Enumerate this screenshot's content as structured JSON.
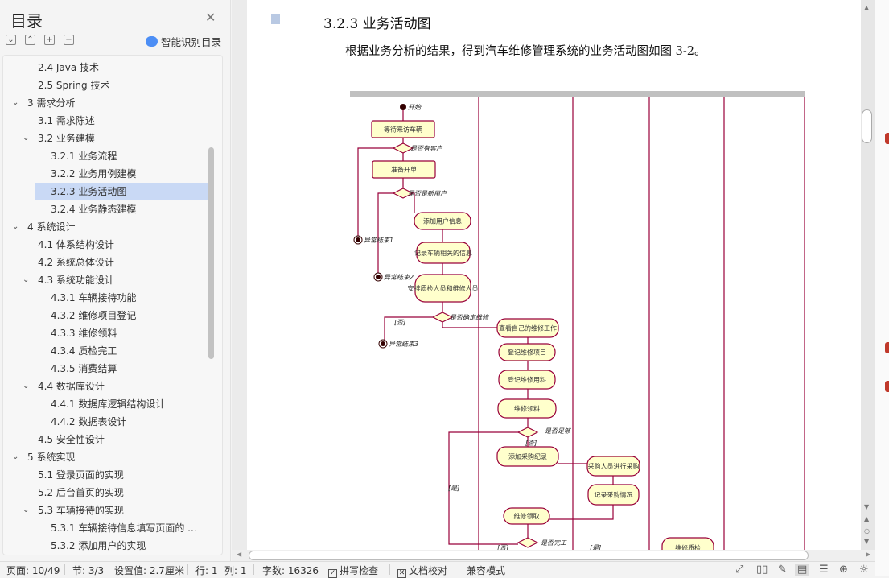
{
  "toc": {
    "title": "目录",
    "close_icon": "close-icon",
    "smart_label": "智能识别目录",
    "tools": [
      "collapse-icon",
      "expand-up-icon",
      "plus-icon",
      "minus-icon"
    ],
    "items": [
      {
        "label": "2.4 Java 技术",
        "level": 2
      },
      {
        "label": "2.5 Spring 技术",
        "level": 2
      },
      {
        "label": "3  需求分析",
        "level": 1,
        "expanded": true
      },
      {
        "label": "3.1  需求陈述",
        "level": 2
      },
      {
        "label": "3.2  业务建模",
        "level": 2,
        "expanded": true
      },
      {
        "label": "3.2.1  业务流程",
        "level": 3
      },
      {
        "label": "3.2.2  业务用例建模",
        "level": 3
      },
      {
        "label": "3.2.3  业务活动图",
        "level": 3,
        "selected": true
      },
      {
        "label": "3.2.4  业务静态建模",
        "level": 3
      },
      {
        "label": "4  系统设计",
        "level": 1,
        "expanded": true
      },
      {
        "label": "4.1  体系结构设计",
        "level": 2
      },
      {
        "label": "4.2  系统总体设计",
        "level": 2
      },
      {
        "label": "4.3  系统功能设计",
        "level": 2,
        "expanded": true
      },
      {
        "label": "4.3.1  车辆接待功能",
        "level": 3
      },
      {
        "label": "4.3.2  维修项目登记",
        "level": 3
      },
      {
        "label": "4.3.3  维修领料",
        "level": 3
      },
      {
        "label": "4.3.4  质检完工",
        "level": 3
      },
      {
        "label": "4.3.5  消费结算",
        "level": 3
      },
      {
        "label": "4.4  数据库设计",
        "level": 2,
        "expanded": true
      },
      {
        "label": "4.4.1  数据库逻辑结构设计",
        "level": 3
      },
      {
        "label": "4.4.2  数据表设计",
        "level": 3
      },
      {
        "label": "4.5  安全性设计",
        "level": 2
      },
      {
        "label": "5  系统实现",
        "level": 1,
        "expanded": true
      },
      {
        "label": "5.1  登录页面的实现",
        "level": 2
      },
      {
        "label": "5.2  后台首页的实现",
        "level": 2
      },
      {
        "label": "5.3  车辆接待的实现",
        "level": 2,
        "expanded": true
      },
      {
        "label": "5.3.1  车辆接待信息填写页面的 ...",
        "level": 3
      },
      {
        "label": "5.3.2  添加用户的实现",
        "level": 3
      }
    ]
  },
  "document": {
    "heading": "3.2.3  业务活动图",
    "paragraph": "根据业务分析的结果，得到汽车维修管理系统的业务活动图如图 3-2。",
    "diagram": {
      "line_color": "#99003a",
      "fill_color": "#ffffcc",
      "nodes": [
        "等待来访车辆",
        "准备开单",
        "添加用户信息",
        "记录车辆相关的信息",
        "安排质检人员和维修人员",
        "查看自己的维修工作",
        "登记维修项目",
        "登记维修用料",
        "维修领料",
        "添加采购纪录",
        "采购人员进行采购",
        "记录采购情况",
        "维修领取",
        "维修质检"
      ],
      "labels": [
        "开始",
        "是否有客户",
        "是否是新用户",
        "异常结束1",
        "异常结束2",
        "是否确定维修",
        "[否]",
        "异常结束3",
        "是否足够",
        "[否]",
        "[是]",
        "是否完工",
        "[否]",
        "[是]"
      ]
    }
  },
  "status": {
    "page": "页面: 10/49",
    "section": "节: 3/3",
    "setting": "设置值: 2.7厘米",
    "row": "行: 1",
    "col": "列: 1",
    "words": "字数: 16326",
    "spell": "拼写检查",
    "proof": "文档校对",
    "compat": "兼容模式"
  }
}
